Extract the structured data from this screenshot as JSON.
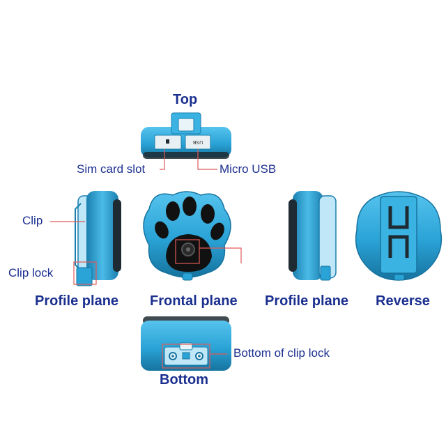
{
  "headings": {
    "top": "Top",
    "profile_left": "Profile plane",
    "frontal": "Frontal plane",
    "profile_right": "Profile plane",
    "reverse": "Reverse",
    "bottom": "Bottom"
  },
  "callouts": {
    "sim_card_slot": "Sim card slot",
    "micro_usb": "Micro USB",
    "clip": "Clip",
    "clip_lock": "Clip lock",
    "bottom_of_clip_lock": "Bottom of clip lock"
  },
  "device_text": {
    "usb_port_label": "USB"
  },
  "colors": {
    "label_blue": "#1b2f8f",
    "device_blue": "#2aa3d6",
    "device_dark": "#16739f",
    "leader_red": "#e05a5a",
    "paw_black": "#111111"
  }
}
